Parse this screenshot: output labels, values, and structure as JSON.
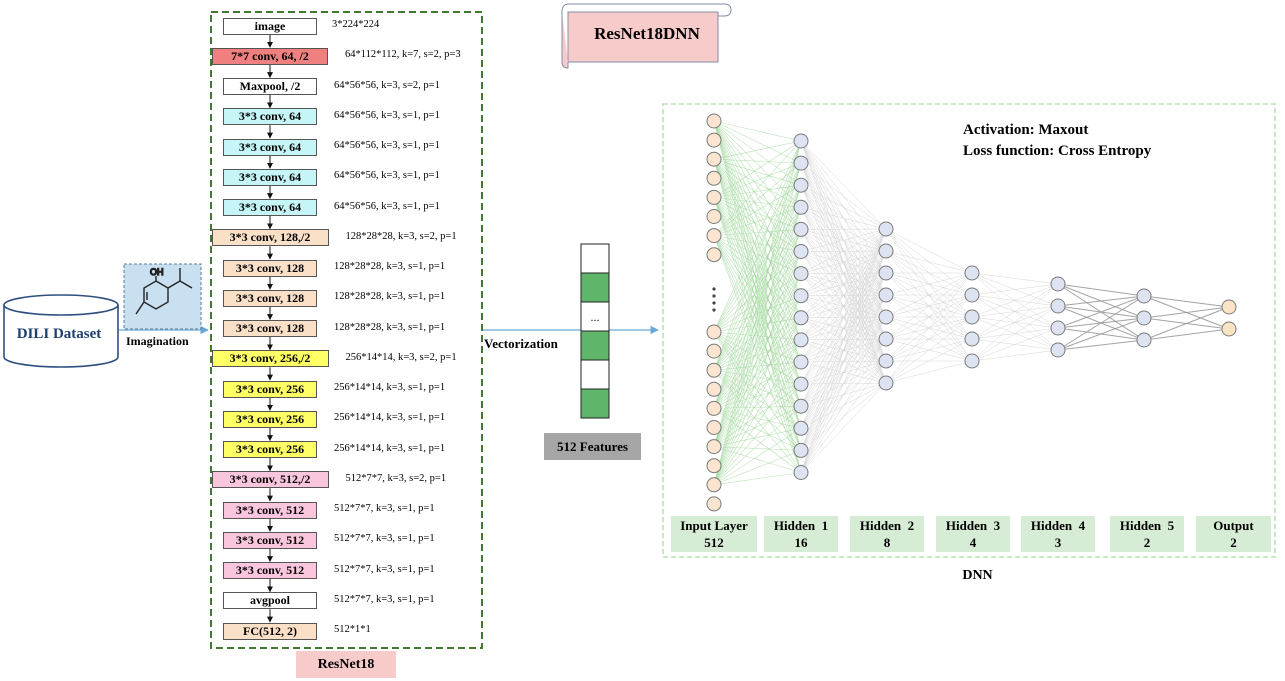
{
  "dataset": {
    "label": "DILI Dataset"
  },
  "imagination": {
    "label": "Imagination",
    "atom_label": "OH"
  },
  "resnet": {
    "title": "ResNet18",
    "layers": [
      {
        "name": "image",
        "dims": "3*224*224",
        "color": "#ffffff"
      },
      {
        "name": "7*7 conv, 64, /2",
        "dims": "64*112*112, k=7, s=2, p=3",
        "color": "#f08080"
      },
      {
        "name": "Maxpool, /2",
        "dims": "64*56*56, k=3, s=2, p=1",
        "color": "#ffffff"
      },
      {
        "name": "3*3 conv, 64",
        "dims": "64*56*56, k=3, s=1, p=1",
        "color": "#c5f5f7"
      },
      {
        "name": "3*3 conv, 64",
        "dims": "64*56*56, k=3, s=1, p=1",
        "color": "#c5f5f7"
      },
      {
        "name": "3*3 conv, 64",
        "dims": "64*56*56, k=3, s=1, p=1",
        "color": "#c5f5f7"
      },
      {
        "name": "3*3 conv, 64",
        "dims": "64*56*56, k=3, s=1, p=1",
        "color": "#c5f5f7"
      },
      {
        "name": "3*3 conv, 128,/2",
        "dims": "128*28*28, k=3, s=2, p=1",
        "color": "#fbe0c8"
      },
      {
        "name": "3*3 conv, 128",
        "dims": "128*28*28, k=3, s=1, p=1",
        "color": "#fbe0c8"
      },
      {
        "name": "3*3 conv, 128",
        "dims": "128*28*28, k=3, s=1, p=1",
        "color": "#fbe0c8"
      },
      {
        "name": "3*3 conv, 128",
        "dims": "128*28*28, k=3, s=1, p=1",
        "color": "#fbe0c8"
      },
      {
        "name": "3*3 conv, 256,/2",
        "dims": "256*14*14, k=3, s=2, p=1",
        "color": "#ffff66"
      },
      {
        "name": "3*3 conv, 256",
        "dims": "256*14*14, k=3, s=1, p=1",
        "color": "#ffff66"
      },
      {
        "name": "3*3 conv, 256",
        "dims": "256*14*14, k=3, s=1, p=1",
        "color": "#ffff66"
      },
      {
        "name": "3*3 conv, 256",
        "dims": "256*14*14, k=3, s=1, p=1",
        "color": "#ffff66"
      },
      {
        "name": "3*3 conv, 512,/2",
        "dims": "512*7*7, k=3, s=2, p=1",
        "color": "#f9c6de"
      },
      {
        "name": "3*3 conv, 512",
        "dims": "512*7*7, k=3, s=1, p=1",
        "color": "#f9c6de"
      },
      {
        "name": "3*3 conv, 512",
        "dims": "512*7*7, k=3, s=1, p=1",
        "color": "#f9c6de"
      },
      {
        "name": "3*3 conv, 512",
        "dims": "512*7*7, k=3, s=1, p=1",
        "color": "#f9c6de"
      },
      {
        "name": "avgpool",
        "dims": "512*7*7, k=3, s=1, p=1",
        "color": "#ffffff"
      },
      {
        "name": "FC(512, 2)",
        "dims": "512*1*1",
        "color": "#fbe0c8"
      }
    ]
  },
  "banner": {
    "title": "ResNet18DNN"
  },
  "vectorization": {
    "label": "Vectorization",
    "ellipsis": "...",
    "features_label": "512 Features"
  },
  "dnn": {
    "title": "DNN",
    "activation": "Activation: Maxout",
    "loss": "Loss function: Cross Entropy",
    "layers": [
      {
        "name": "Input Layer",
        "size": "512"
      },
      {
        "name": "Hidden  1",
        "size": "16"
      },
      {
        "name": "Hidden  2",
        "size": "8"
      },
      {
        "name": "Hidden  3",
        "size": "4"
      },
      {
        "name": "Hidden  4",
        "size": "3"
      },
      {
        "name": "Hidden  5",
        "size": "2"
      },
      {
        "name": "Output",
        "size": "2"
      }
    ]
  },
  "colors": {
    "resnet_border": "#3f7a2e",
    "dnn_border": "#b9e0b4",
    "feature_green": "#5fb56a",
    "input_node": "#fbe4d0",
    "hidden_node": "#dde3f0",
    "output_node": "#fbe4c6",
    "layer_label_bg": "#d6ecd4",
    "banner_bg": "#f8cbcb",
    "arrow_blue": "#6aa9d6"
  }
}
